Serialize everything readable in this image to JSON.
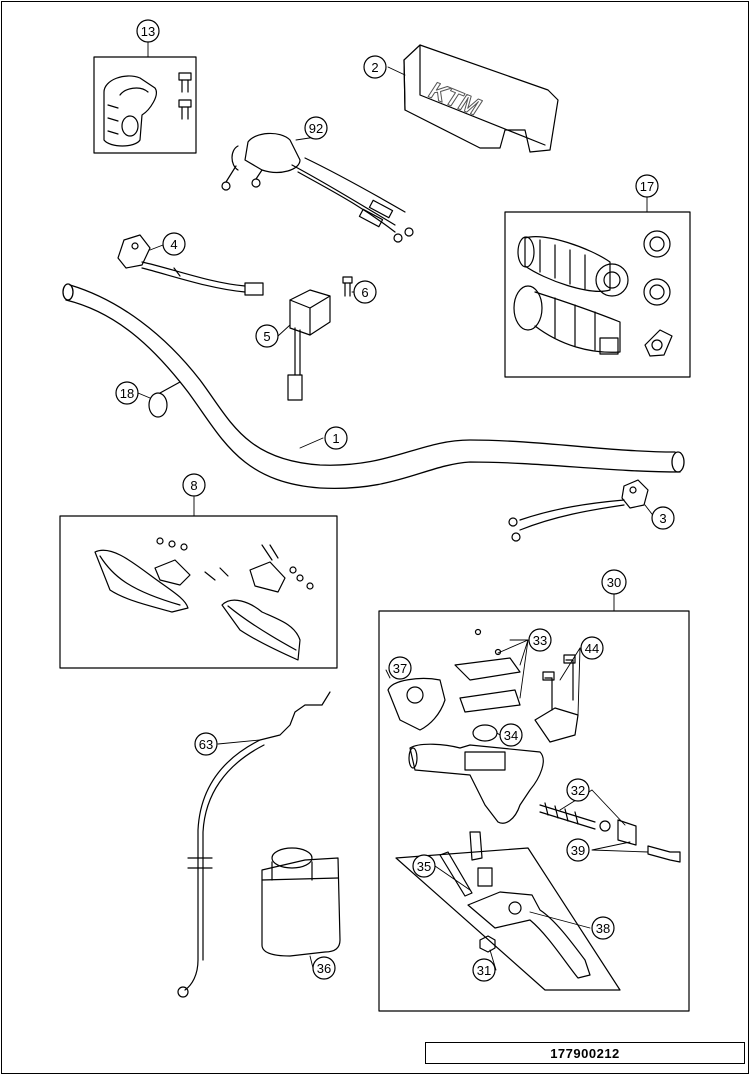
{
  "drawing": {
    "document_number": "177900212",
    "brand_mark": "KTM"
  },
  "callouts": {
    "c1": "1",
    "c2": "2",
    "c3": "3",
    "c4": "4",
    "c5": "5",
    "c6": "6",
    "c8": "8",
    "c13": "13",
    "c17": "17",
    "c18": "18",
    "c30": "30",
    "c31": "31",
    "c32": "32",
    "c33": "33",
    "c34": "34",
    "c35": "35",
    "c36": "36",
    "c37": "37",
    "c38": "38",
    "c39": "39",
    "c44": "44",
    "c63": "63",
    "c92": "92"
  }
}
